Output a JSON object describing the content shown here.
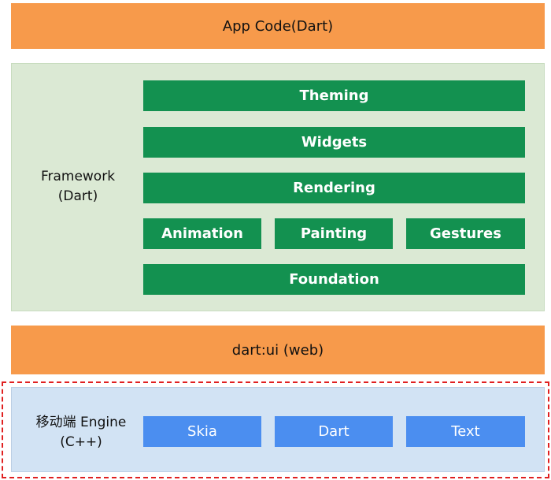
{
  "app_code": {
    "label": "App Code(Dart)"
  },
  "framework": {
    "label_line1": "Framework",
    "label_line2": "(Dart)",
    "theming": "Theming",
    "widgets": "Widgets",
    "rendering": "Rendering",
    "animation": "Animation",
    "painting": "Painting",
    "gestures": "Gestures",
    "foundation": "Foundation"
  },
  "dart_ui": {
    "label": "dart:ui (web)"
  },
  "engine": {
    "label_line1": "移动端 Engine",
    "label_line2": "(C++)",
    "skia": "Skia",
    "dart": "Dart",
    "text": "Text"
  },
  "colors": {
    "orange_layer": "#f79a4b",
    "framework_bg": "#dbe9d4",
    "green_box": "#139150",
    "engine_bg": "#d2e3f4",
    "blue_box": "#4b8ef0",
    "dashed_outline": "#e02020"
  }
}
